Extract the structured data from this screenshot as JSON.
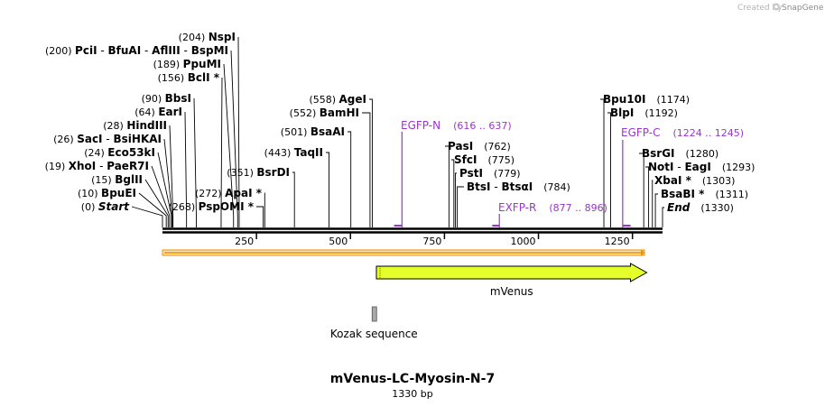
{
  "credit": {
    "created_by": "Created by",
    "brand": "SnapGene",
    "icon": "snapgene-logo-icon"
  },
  "map": {
    "title": "mVenus-LC-Myosin-N-7",
    "length_label": "1330 bp",
    "length_bp": 1330
  },
  "ticks": [
    {
      "bp": 250,
      "label": "250"
    },
    {
      "bp": 500,
      "label": "500"
    },
    {
      "bp": 750,
      "label": "750"
    },
    {
      "bp": 1000,
      "label": "1000"
    },
    {
      "bp": 1250,
      "label": "1250"
    }
  ],
  "left_sites": [
    {
      "bp": 0,
      "names": [
        "Start"
      ],
      "pos": "(0)",
      "italic": true
    },
    {
      "bp": 10,
      "names": [
        "BpuEI"
      ],
      "pos": "(10)"
    },
    {
      "bp": 15,
      "names": [
        "BglII"
      ],
      "pos": "(15)"
    },
    {
      "bp": 19,
      "names": [
        "XhoI",
        "PaeR7I"
      ],
      "pos": "(19)"
    },
    {
      "bp": 24,
      "names": [
        "Eco53kI"
      ],
      "pos": "(24)"
    },
    {
      "bp": 26,
      "names": [
        "SacI",
        "BsiHKAI"
      ],
      "pos": "(26)"
    },
    {
      "bp": 28,
      "names": [
        "HindIII"
      ],
      "pos": "(28)"
    },
    {
      "bp": 64,
      "names": [
        "EarI"
      ],
      "pos": "(64)"
    },
    {
      "bp": 90,
      "names": [
        "BbsI"
      ],
      "pos": "(90)"
    },
    {
      "bp": 156,
      "names": [
        "BclI *"
      ],
      "pos": "(156)"
    },
    {
      "bp": 189,
      "names": [
        "PpuMI"
      ],
      "pos": "(189)"
    },
    {
      "bp": 200,
      "names": [
        "PciI",
        "BfuAI",
        "AflIII",
        "BspMI"
      ],
      "pos": "(200)"
    },
    {
      "bp": 204,
      "names": [
        "NspI"
      ],
      "pos": "(204)"
    }
  ],
  "mid_sites": [
    {
      "bp": 268,
      "names": [
        "PspOMI *"
      ],
      "pos": "(268)"
    },
    {
      "bp": 272,
      "names": [
        "ApaI *"
      ],
      "pos": "(272)"
    },
    {
      "bp": 351,
      "names": [
        "BsrDI"
      ],
      "pos": "(351)"
    },
    {
      "bp": 443,
      "names": [
        "TaqII"
      ],
      "pos": "(443)"
    },
    {
      "bp": 501,
      "names": [
        "BsaAI"
      ],
      "pos": "(501)"
    },
    {
      "bp": 552,
      "names": [
        "BamHI"
      ],
      "pos": "(552)"
    },
    {
      "bp": 558,
      "names": [
        "AgeI"
      ],
      "pos": "(558)"
    }
  ],
  "right_sites": [
    {
      "bp": 762,
      "names": [
        "PasI"
      ],
      "pos": "(762)"
    },
    {
      "bp": 775,
      "names": [
        "SfcI"
      ],
      "pos": "(775)"
    },
    {
      "bp": 779,
      "names": [
        "PstI"
      ],
      "pos": "(779)"
    },
    {
      "bp": 784,
      "names": [
        "BtsI",
        "BtsαI"
      ],
      "pos": "(784)"
    },
    {
      "bp": 1174,
      "names": [
        "Bpu10I"
      ],
      "pos": "(1174)"
    },
    {
      "bp": 1192,
      "names": [
        "BlpI"
      ],
      "pos": "(1192)"
    },
    {
      "bp": 1280,
      "names": [
        "BsrGI"
      ],
      "pos": "(1280)"
    },
    {
      "bp": 1293,
      "names": [
        "NotI",
        "EagI"
      ],
      "pos": "(1293)"
    },
    {
      "bp": 1303,
      "names": [
        "XbaI *"
      ],
      "pos": "(1303)"
    },
    {
      "bp": 1311,
      "names": [
        "BsaBI *"
      ],
      "pos": "(1311)"
    },
    {
      "bp": 1330,
      "names": [
        "End"
      ],
      "pos": "(1330)",
      "italic": true
    }
  ],
  "primers": [
    {
      "name": "EGFP-N",
      "range": "(616 .. 637)",
      "start": 616,
      "end": 637,
      "strand": "reverse"
    },
    {
      "name": "EXFP-R",
      "range": "(877 .. 896)",
      "start": 877,
      "end": 896,
      "strand": "reverse"
    },
    {
      "name": "EGFP-C",
      "range": "(1224 .. 1245)",
      "start": 1224,
      "end": 1245,
      "strand": "forward"
    }
  ],
  "features": [
    {
      "name": "mVenus",
      "start": 569,
      "end": 1288,
      "color": "#e5ff2a",
      "type": "cds-arrow"
    },
    {
      "name": "Kozak sequence",
      "start": 560,
      "end": 569,
      "color": "#a9a9a9",
      "type": "box"
    }
  ],
  "colors": {
    "primer": "#9a35d0",
    "orf_arrow": "#e8920a",
    "orf_fill": "#fde2b2",
    "backbone": "#000000"
  }
}
